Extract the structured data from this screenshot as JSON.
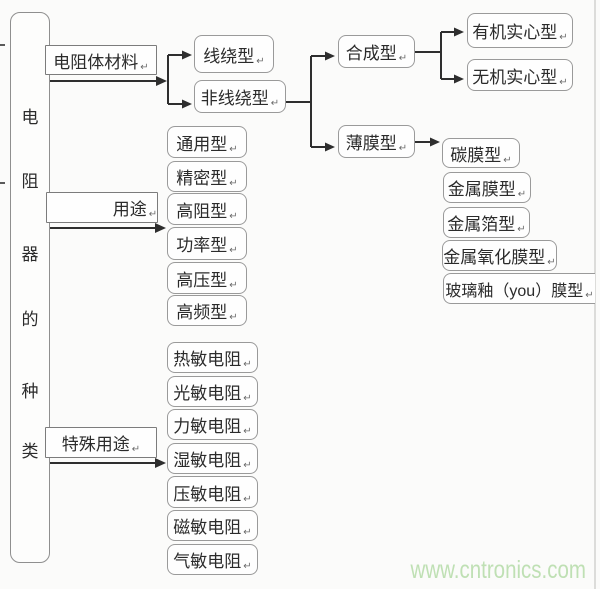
{
  "diagram_title": "电阻器的种类",
  "eol_mark": "↵",
  "colors": {
    "background": "#fbfbfa",
    "line": "#2e2e2e",
    "node_border": "#9a9a9a",
    "branch_border": "#7c7c7c",
    "watermark": "#bfe0b4"
  },
  "tree": {
    "root": {
      "label": "电阻器的种类",
      "chars": [
        "电",
        "阻",
        "器",
        "的",
        "种",
        "类"
      ]
    },
    "children": [
      {
        "label": "电阻体材料",
        "children": [
          {
            "label": "线绕型"
          },
          {
            "label": "非线绕型",
            "children": [
              {
                "label": "合成型",
                "children": [
                  {
                    "label": "有机实心型"
                  },
                  {
                    "label": "无机实心型"
                  }
                ]
              },
              {
                "label": "薄膜型",
                "children": [
                  {
                    "label": "碳膜型"
                  },
                  {
                    "label": "金属膜型"
                  },
                  {
                    "label": "金属箔型"
                  },
                  {
                    "label": "金属氧化膜型"
                  },
                  {
                    "label": "玻璃釉（you）膜型"
                  }
                ]
              }
            ]
          }
        ]
      },
      {
        "label": "用途",
        "children": [
          {
            "label": "通用型"
          },
          {
            "label": "精密型"
          },
          {
            "label": "高阻型"
          },
          {
            "label": "功率型"
          },
          {
            "label": "高压型"
          },
          {
            "label": "高频型"
          }
        ]
      },
      {
        "label": "特殊用途",
        "children": [
          {
            "label": "热敏电阻"
          },
          {
            "label": "光敏电阻"
          },
          {
            "label": "力敏电阻"
          },
          {
            "label": "湿敏电阻"
          },
          {
            "label": "压敏电阻"
          },
          {
            "label": "磁敏电阻"
          },
          {
            "label": "气敏电阻"
          }
        ]
      }
    ]
  },
  "watermark": {
    "text": "www.cntronics.com"
  }
}
